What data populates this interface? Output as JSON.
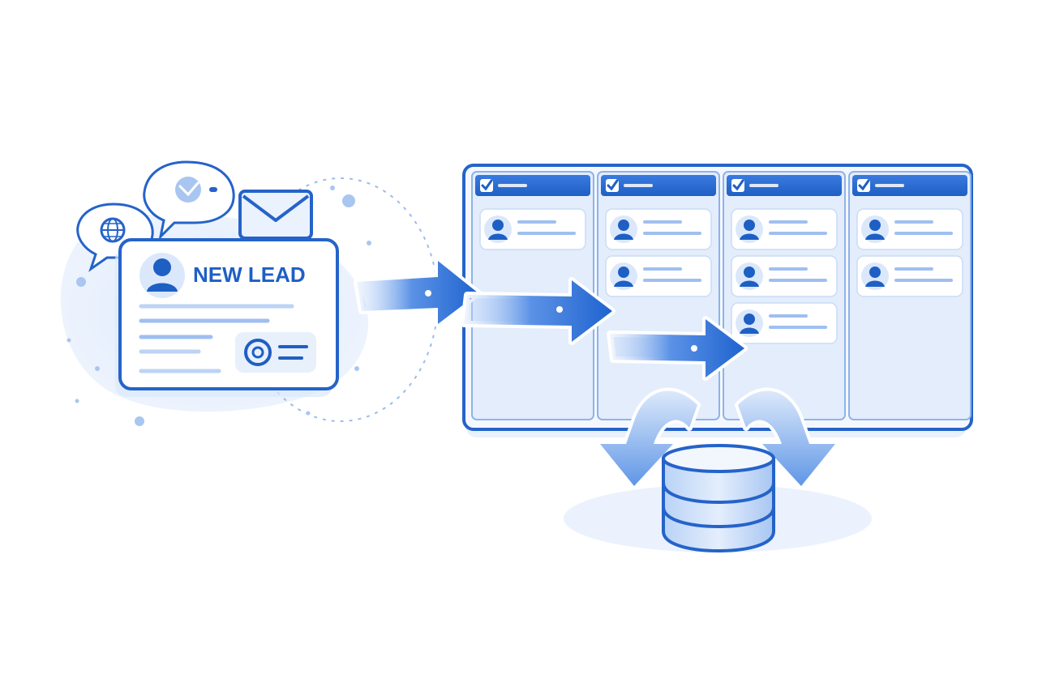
{
  "lead_card": {
    "title": "NEW LEAD"
  },
  "icons": {
    "globe": "globe-icon",
    "bird": "bird-icon",
    "mail": "envelope-icon",
    "at": "at-sign-icon",
    "person": "person-icon",
    "check": "checkmark-icon",
    "database": "database-icon"
  },
  "board": {
    "columns": [
      {
        "cards": 1
      },
      {
        "cards": 2
      },
      {
        "cards": 3
      },
      {
        "cards": 2
      }
    ]
  },
  "colors": {
    "primary": "#1e5fc4",
    "primary_light": "#dbe8fb",
    "card_fill": "#eef4fd",
    "outline": "#2563c9"
  }
}
